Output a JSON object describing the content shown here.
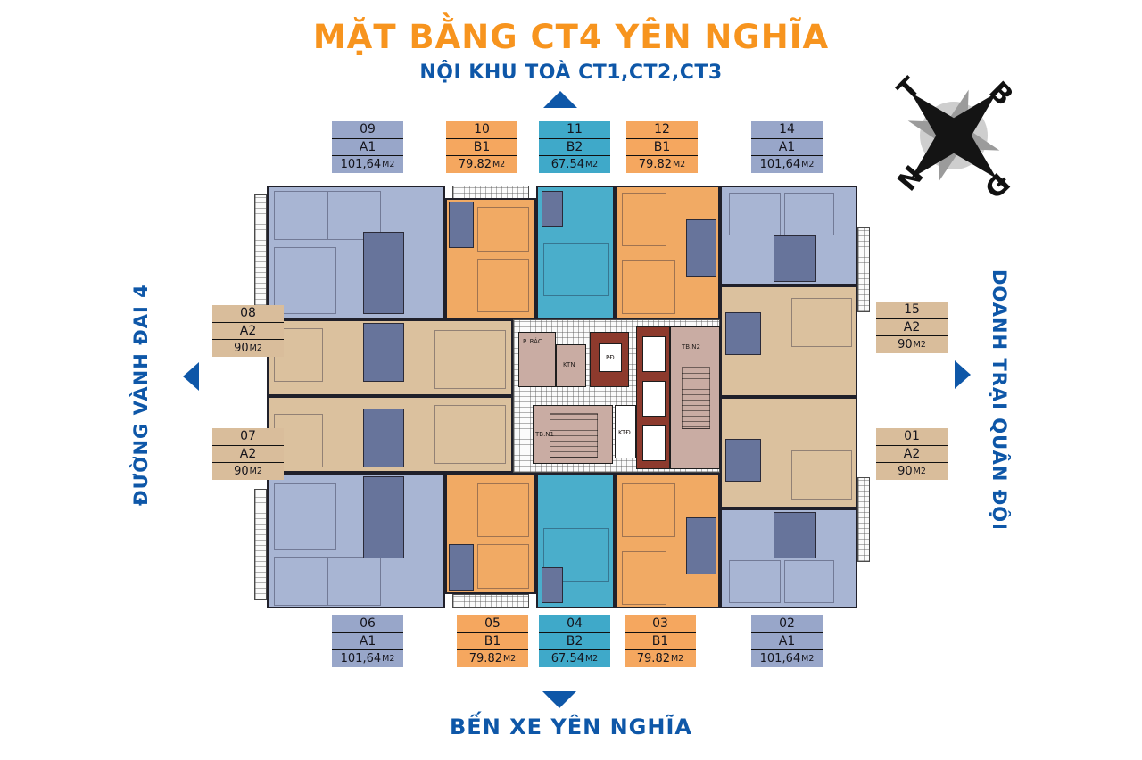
{
  "header": {
    "title": "MẶT BẰNG CT4 YÊN NGHĨA",
    "subtitle": "NỘI KHU TOÀ CT1,CT2,CT3"
  },
  "roads": {
    "left": "ĐƯỜNG VÀNH ĐAI 4",
    "right": "DOANH TRẠI QUÂN ĐỘI",
    "bottom": "BẾN XE YÊN NGHĨA"
  },
  "compass": {
    "letters": {
      "west": "T",
      "north": "B",
      "south": "N",
      "east": "Đ"
    }
  },
  "legend_colors": {
    "A1": "#98A6C9",
    "B1": "#F5A75F",
    "B2": "#3FA9C9",
    "A2": "#D9BD9B",
    "accent_orange": "#F7941E",
    "accent_blue": "#0E57A8",
    "core_mauve": "#C9ACA3",
    "core_red": "#8D3A2D",
    "bath_blue": "#67749B"
  },
  "units": {
    "top": [
      {
        "id": "09",
        "type": "A1",
        "area": "101,64",
        "unit": "M2"
      },
      {
        "id": "10",
        "type": "B1",
        "area": "79.82",
        "unit": "M2"
      },
      {
        "id": "11",
        "type": "B2",
        "area": "67.54",
        "unit": "M2"
      },
      {
        "id": "12",
        "type": "B1",
        "area": "79.82",
        "unit": "M2"
      },
      {
        "id": "14",
        "type": "A1",
        "area": "101,64",
        "unit": "M2"
      }
    ],
    "left": [
      {
        "id": "08",
        "type": "A2",
        "area": "90",
        "unit": "M2"
      },
      {
        "id": "07",
        "type": "A2",
        "area": "90",
        "unit": "M2"
      }
    ],
    "right": [
      {
        "id": "15",
        "type": "A2",
        "area": "90",
        "unit": "M2"
      },
      {
        "id": "01",
        "type": "A2",
        "area": "90",
        "unit": "M2"
      }
    ],
    "bottom": [
      {
        "id": "06",
        "type": "A1",
        "area": "101,64",
        "unit": "M2"
      },
      {
        "id": "05",
        "type": "B1",
        "area": "79.82",
        "unit": "M2"
      },
      {
        "id": "04",
        "type": "B2",
        "area": "67.54",
        "unit": "M2"
      },
      {
        "id": "03",
        "type": "B1",
        "area": "79.82",
        "unit": "M2"
      },
      {
        "id": "02",
        "type": "A1",
        "area": "101,64",
        "unit": "M2"
      }
    ]
  },
  "core": {
    "labels": [
      "P. RÁC",
      "KTN",
      "PĐ",
      "TB.N1",
      "KTĐ",
      "TB.N2"
    ]
  }
}
